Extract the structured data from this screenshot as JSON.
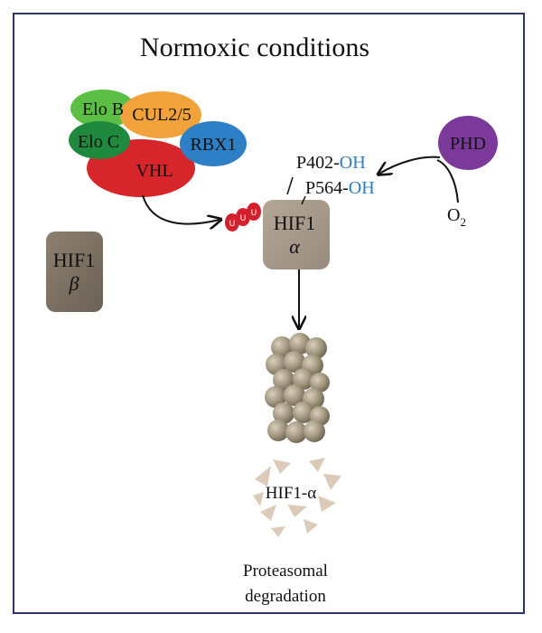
{
  "title": "Normoxic conditions",
  "complex": {
    "elo_b": "Elo B",
    "cul": "CUL2/5",
    "elo_c": "Elo C",
    "rbx": "RBX1",
    "vhl": "VHL"
  },
  "phd": "PHD",
  "hydroxylation": {
    "p402_prefix": "P402-",
    "p402_oh": "OH",
    "p564_prefix": "P564-",
    "p564_oh": "OH"
  },
  "oxygen": {
    "symbol": "O",
    "subscript": "2"
  },
  "ubiquitin": [
    "U",
    "U",
    "U"
  ],
  "hif1a": {
    "line1": "HIF1",
    "line2": "α"
  },
  "hif1b": {
    "line1": "HIF1",
    "line2": "β"
  },
  "fragment_label": "HIF1-α",
  "degradation": {
    "line1": "Proteasomal",
    "line2": "degradation"
  },
  "colors": {
    "frame": "#2b3566",
    "vhl": "#d7262b",
    "elo_b": "#5bbf45",
    "elo_c": "#1f8a3e",
    "cul": "#f2a23a",
    "rbx": "#2d7fc6",
    "phd": "#7b3a9a",
    "oh": "#2c7bbf",
    "protein_box": "#a7988a",
    "proteasome": "#9a9078",
    "fragments": "#dccbb8"
  }
}
